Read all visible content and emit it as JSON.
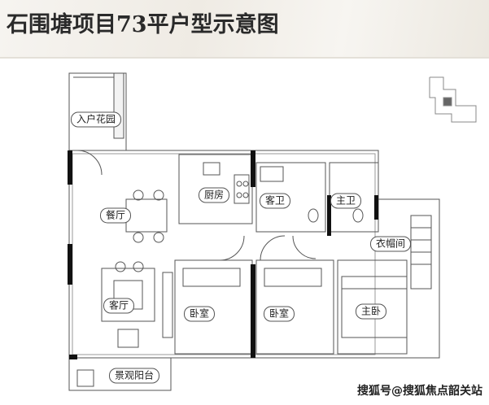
{
  "title": "石围塘项目73平户型示意图",
  "rooms": {
    "entrance_garden": "入户花园",
    "dining": "餐厅",
    "kitchen": "厨房",
    "guest_bath": "客卫",
    "master_bath": "主卫",
    "walk_in_closet": "衣帽间",
    "living": "客厅",
    "bedroom_1": "卧室",
    "bedroom_2": "卧室",
    "master_bedroom": "主卧",
    "balcony": "景观阳台"
  },
  "watermark": "搜狐号@搜狐焦点韶关站"
}
